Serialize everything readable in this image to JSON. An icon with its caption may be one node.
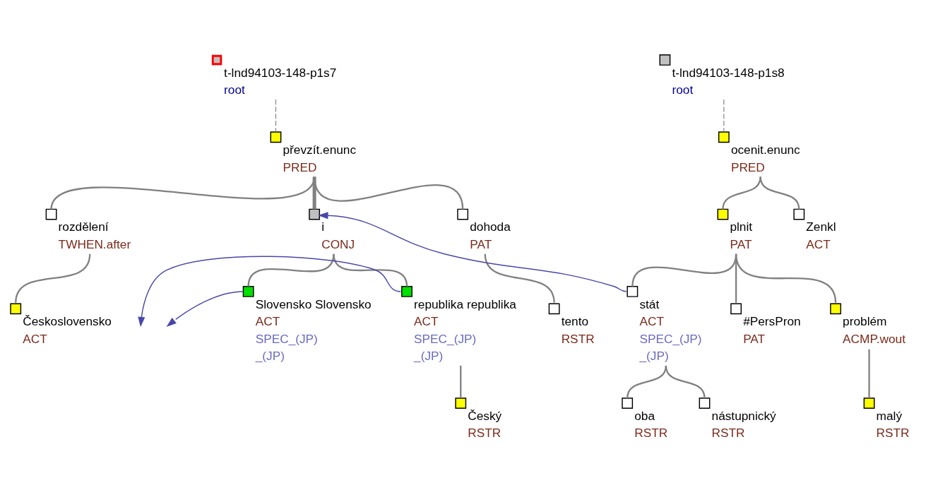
{
  "diagram": {
    "nodes": [
      {
        "text": [
          "t-lnd94103-148-p1s7",
          "root"
        ]
      },
      {
        "text": [
          "t-lnd94103-148-p1s8",
          "root"
        ]
      },
      {
        "text": [
          "převzít.enunc",
          "PRED"
        ]
      },
      {
        "text": [
          "ocenit.enunc",
          "PRED"
        ]
      },
      {
        "text": [
          "i",
          "CONJ"
        ]
      },
      {
        "text": [
          "dohoda",
          "PAT"
        ]
      },
      {
        "text": [
          "rozdělení",
          "TWHEN.after"
        ]
      },
      {
        "text": [
          "Zenkl",
          "ACT"
        ]
      },
      {
        "text": [
          "plnit",
          "PAT"
        ]
      },
      {
        "text": [
          "republika republika",
          "ACT",
          "SPEC_(JP)",
          "_(JP)"
        ]
      },
      {
        "text": [
          "Slovensko Slovensko",
          "ACT",
          "SPEC_(JP)",
          "_(JP)"
        ]
      },
      {
        "text": [
          "tento",
          "RSTR"
        ]
      },
      {
        "text": [
          "Československo",
          "ACT"
        ]
      },
      {
        "text": [
          "stát",
          "ACT",
          "SPEC_(JP)",
          "_(JP)"
        ]
      },
      {
        "text": [
          "#PersPron",
          "PAT"
        ]
      },
      {
        "text": [
          "problém",
          "ACMP.wout"
        ]
      },
      {
        "text": [
          "Český",
          "RSTR"
        ]
      },
      {
        "text": [
          "oba",
          "RSTR"
        ]
      },
      {
        "text": [
          "nástupnický",
          "RSTR"
        ]
      },
      {
        "text": [
          "malý",
          "RSTR"
        ]
      }
    ],
    "edges": [
      {
        "from": 0,
        "to": 2,
        "arrow": "none",
        "style": "dashed"
      },
      {
        "from": 1,
        "to": 3,
        "arrow": "none",
        "style": "dashed"
      },
      {
        "from": 2,
        "to": 4,
        "arrow": "none",
        "style": "thick"
      },
      {
        "from": 2,
        "to": 5,
        "arrow": "none"
      },
      {
        "from": 2,
        "to": 6,
        "arrow": "none"
      },
      {
        "from": 3,
        "to": 7,
        "arrow": "none"
      },
      {
        "from": 3,
        "to": 8,
        "arrow": "none"
      },
      {
        "from": 4,
        "to": 9,
        "arrow": "none"
      },
      {
        "from": 4,
        "to": 10,
        "arrow": "none"
      },
      {
        "from": 5,
        "to": 11,
        "arrow": "none"
      },
      {
        "from": 6,
        "to": 12,
        "arrow": "none"
      },
      {
        "from": 8,
        "to": 13,
        "arrow": "none"
      },
      {
        "from": 8,
        "to": 14,
        "arrow": "none"
      },
      {
        "from": 8,
        "to": 15,
        "arrow": "none"
      },
      {
        "from": 9,
        "to": 16,
        "arrow": "none"
      },
      {
        "from": 13,
        "to": 17,
        "arrow": "none"
      },
      {
        "from": 13,
        "to": 18,
        "arrow": "none"
      },
      {
        "from": 15,
        "to": 19,
        "arrow": "none"
      },
      {
        "from": 13,
        "to": 4,
        "arrow": "to",
        "color": "#4848a8"
      },
      {
        "from": 9,
        "to": null,
        "arrow": "to",
        "color": "#4848a8"
      },
      {
        "from": 10,
        "to": null,
        "arrow": "to",
        "color": "#4848a8"
      }
    ]
  }
}
